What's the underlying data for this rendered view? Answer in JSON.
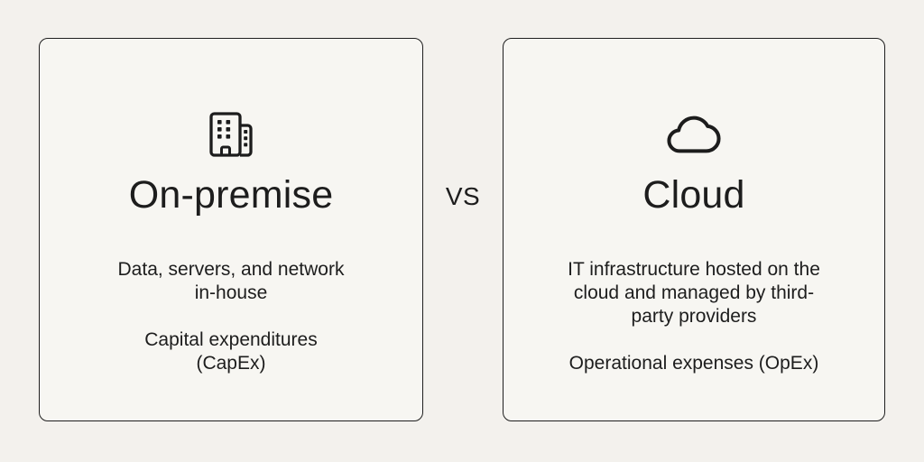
{
  "page": {
    "vs_label": "VS",
    "background_color": "#f3f1ed",
    "card_background_color": "#f7f6f2",
    "border_color": "#1f1f1f",
    "text_color": "#1d1d1d"
  },
  "cards": [
    {
      "id": "on-premise",
      "icon": "building-icon",
      "title": "On-premise",
      "description": "Data, servers, and network\nin-house",
      "detail": "Capital expenditures\n(CapEx)"
    },
    {
      "id": "cloud",
      "icon": "cloud-icon",
      "title": "Cloud",
      "description": "IT infrastructure hosted on the\ncloud and managed by third-\nparty providers",
      "detail": "Operational expenses (OpEx)"
    }
  ]
}
